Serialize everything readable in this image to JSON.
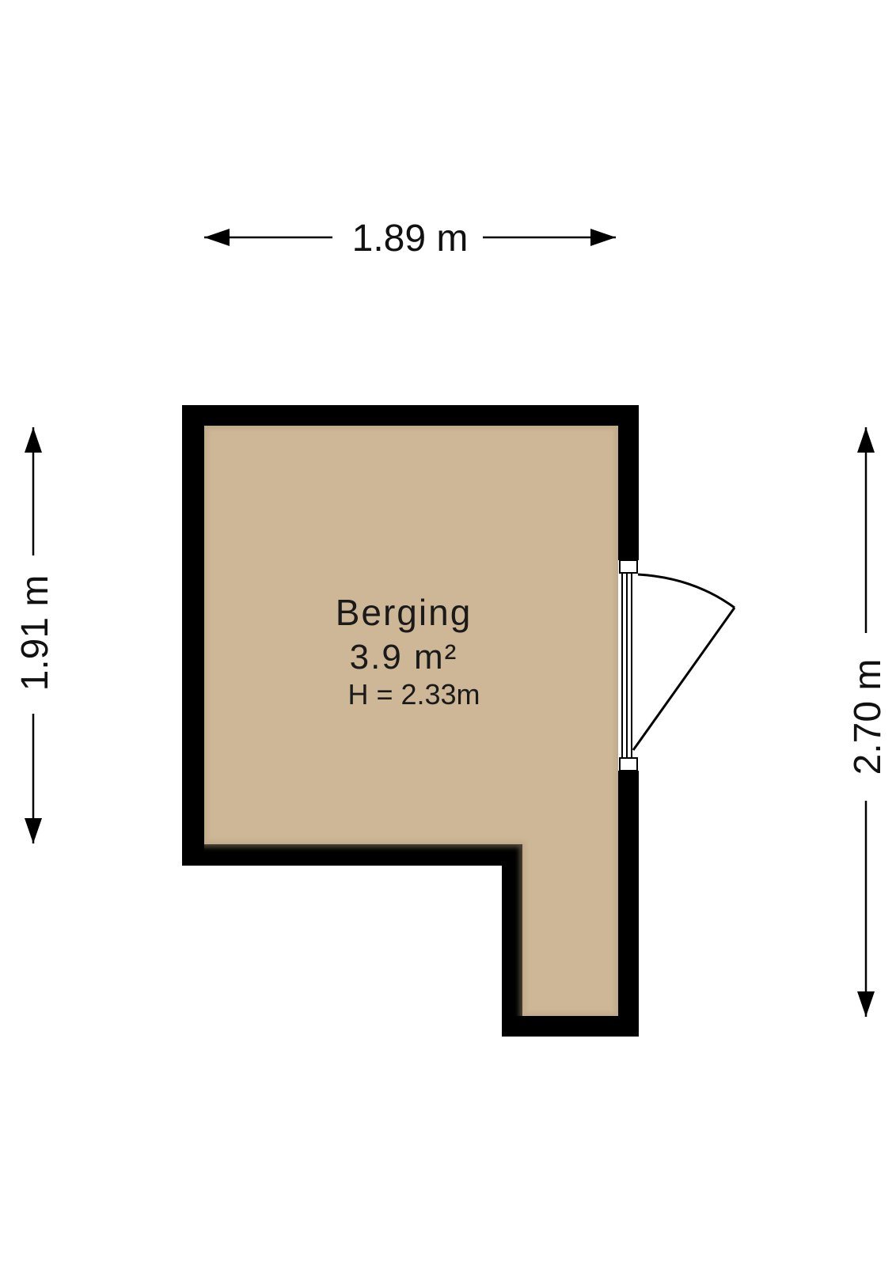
{
  "floorplan": {
    "room": {
      "name": "Berging",
      "area": "3.9 m²",
      "height": "H = 2.33m"
    },
    "dimensions": {
      "top": "1.89 m",
      "left": "1.91 m",
      "right": "2.70 m"
    },
    "colors": {
      "floor": "#cdb797",
      "wall": "#000000",
      "background": "#ffffff"
    }
  }
}
